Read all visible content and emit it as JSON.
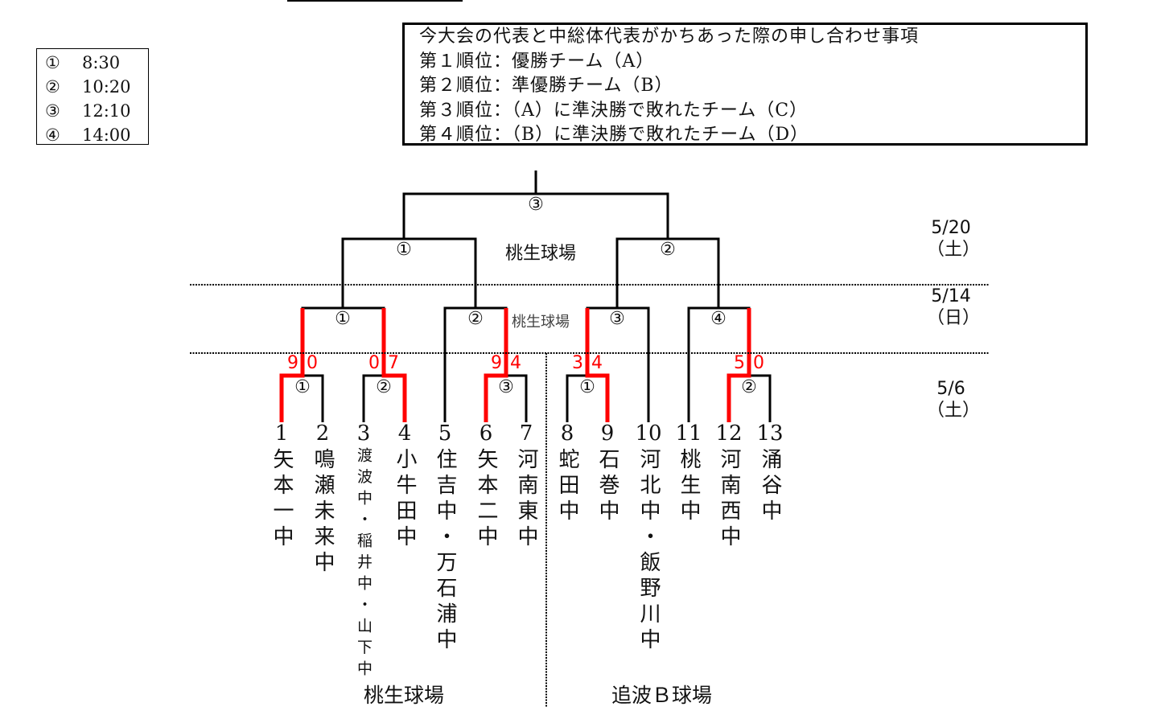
{
  "schedule": [
    {
      "mark": "①",
      "time": "8:30"
    },
    {
      "mark": "②",
      "time": "10:20"
    },
    {
      "mark": "③",
      "time": "12:10"
    },
    {
      "mark": "④",
      "time": "14:00"
    }
  ],
  "note": {
    "title": "今大会の代表と中総体代表がかちあった際の申し合わせ事項",
    "lines": [
      "第１順位：優勝チーム（A）",
      "第２順位：準優勝チーム（B）",
      "第３順位：（A）に準決勝で敗れたチーム（C）",
      "第４順位：（B）に準決勝で敗れたチーム（D）"
    ]
  },
  "dates": [
    {
      "date": "5/20",
      "day": "（土）"
    },
    {
      "date": "5/14",
      "day": "（日）"
    },
    {
      "date": "5/6",
      "day": "（土）"
    }
  ],
  "venues": {
    "semi": "桃生球場",
    "quarter": "桃生球場",
    "left": "桃生球場",
    "right": "追波Ｂ球場"
  },
  "matches": {
    "final": "③",
    "semi": [
      "①",
      "②"
    ],
    "quarter": [
      "①",
      "②",
      "③",
      "④"
    ],
    "first_left": [
      "①",
      "②",
      "③"
    ],
    "first_right": [
      "①",
      "②"
    ]
  },
  "scores": [
    [
      "9",
      "0"
    ],
    [
      "0",
      "7"
    ],
    [
      "9",
      "4"
    ],
    [
      "3",
      "4"
    ],
    [
      "5",
      "0"
    ]
  ],
  "colors": {
    "winner_line": "#ff0000",
    "line": "#000000"
  },
  "teams": [
    {
      "no": "1",
      "name": "矢本一中"
    },
    {
      "no": "2",
      "name": "鳴瀬未来中"
    },
    {
      "no": "3",
      "name": "渡波中・稲井中・山下中"
    },
    {
      "no": "4",
      "name": "小牛田中"
    },
    {
      "no": "5",
      "name": "住吉中・万石浦中"
    },
    {
      "no": "6",
      "name": "矢本二中"
    },
    {
      "no": "7",
      "name": "河南東中"
    },
    {
      "no": "8",
      "name": "蛇田中"
    },
    {
      "no": "9",
      "name": "石巻中"
    },
    {
      "no": "10",
      "name": "河北中・飯野川中"
    },
    {
      "no": "11",
      "name": "桃生中"
    },
    {
      "no": "12",
      "name": "河南西中"
    },
    {
      "no": "13",
      "name": "涌谷中"
    }
  ]
}
